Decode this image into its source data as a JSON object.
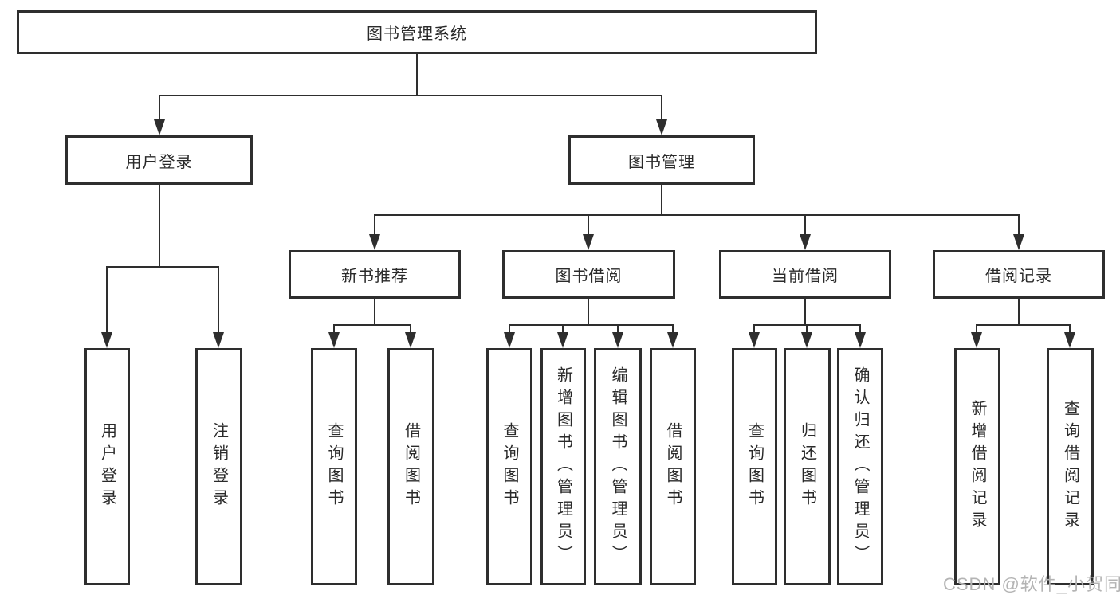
{
  "diagram": {
    "root": {
      "label": "图书管理系统"
    },
    "level2": [
      {
        "label": "用户登录"
      },
      {
        "label": "图书管理"
      }
    ],
    "level3": [
      {
        "label": "新书推荐",
        "parent": "图书管理"
      },
      {
        "label": "图书借阅",
        "parent": "图书管理"
      },
      {
        "label": "当前借阅",
        "parent": "图书管理"
      },
      {
        "label": "借阅记录",
        "parent": "图书管理"
      }
    ],
    "leaves": [
      {
        "label": "用户登录",
        "parent": "用户登录"
      },
      {
        "label": "注销登录",
        "parent": "用户登录"
      },
      {
        "label": "查询图书",
        "parent": "新书推荐"
      },
      {
        "label": "借阅图书",
        "parent": "新书推荐"
      },
      {
        "label": "查询图书",
        "parent": "图书借阅"
      },
      {
        "label": "新增图书（管理员）",
        "parent": "图书借阅"
      },
      {
        "label": "编辑图书（管理员）",
        "parent": "图书借阅"
      },
      {
        "label": "借阅图书",
        "parent": "图书借阅"
      },
      {
        "label": "查询图书",
        "parent": "当前借阅"
      },
      {
        "label": "归还图书",
        "parent": "当前借阅"
      },
      {
        "label": "确认归还（管理员）",
        "parent": "当前借阅"
      },
      {
        "label": "新增借阅记录",
        "parent": "借阅记录"
      },
      {
        "label": "查询借阅记录",
        "parent": "借阅记录"
      }
    ]
  },
  "watermark": {
    "text": "CSDN @软件_小贺同学",
    "color": "#b4b4b4"
  },
  "colors": {
    "line": "#2e2e2e",
    "text": "#2a2a2a",
    "background": "#ffffff"
  }
}
